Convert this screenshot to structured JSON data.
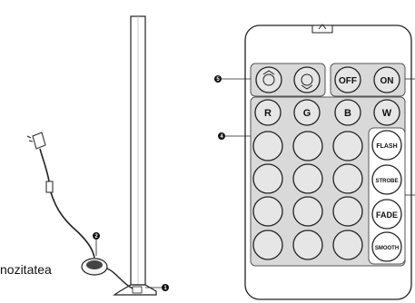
{
  "left_caption": "nozitatea",
  "callouts": {
    "c1": "1",
    "c2": "2",
    "c4": "4",
    "c5": "5"
  },
  "remote": {
    "row_power": {
      "off": "OFF",
      "on": "ON"
    },
    "row_colors": {
      "r": "R",
      "g": "G",
      "b": "B",
      "w": "W"
    },
    "modes": {
      "flash": "FLASH",
      "strobe": "STROBE",
      "fade": "FADE",
      "smooth": "SMOOTH"
    }
  },
  "icons": [
    "brightness-up-icon",
    "brightness-down-icon",
    "power-adapter-icon",
    "floor-lamp-icon",
    "inline-switch-icon"
  ]
}
